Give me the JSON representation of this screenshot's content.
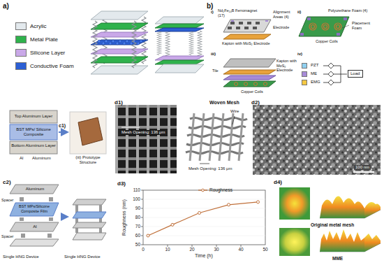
{
  "diagram": {
    "nodes": [
      {
        "text": [
          "Load"
        ]
      }
    ],
    "labels": [
      "a)",
      "b)",
      "i)",
      "Alignment Areas (4)",
      "Nd₂Fe₁₄B Ferromagnet (17)",
      "Electrode",
      "Kapton with MoS₂ Electrode",
      "ii)",
      "Polyurethane Foam (4)",
      "Placement Foam",
      "Copper Coils",
      "iii)",
      "Tile",
      "Kapton with MoS₂ Electrode",
      "Copper Coils",
      "iv)",
      "Top Aluminum Layer",
      "BST MPs/ Silicone Composite",
      "Bottom Aluminum Layer",
      "Al",
      "Aluminum",
      "c1)",
      "(iii) Prototype Structure",
      "c2)",
      "Aluminum",
      "Spacer",
      "BST MPs/Silicone Composite Film",
      "Al",
      "Spacer",
      "Single HNG Device",
      "Single HNG Device",
      "d1)",
      "Woven Mesh",
      "Mesh Opening: 136 μm",
      "Wire",
      "Mesh Opening: 136 μm",
      "d2)",
      "100 nm",
      "d3)",
      "Roughness (nm)",
      "110",
      "100",
      "90",
      "80",
      "70",
      "60",
      "50",
      "0",
      "10",
      "20",
      "30",
      "40",
      "50",
      "Time (h)",
      "d4)",
      "Original metal mesh",
      "MME"
    ],
    "legend": [
      {
        "text": "Acrylic",
        "color": "#e3e9ed"
      },
      {
        "text": "Metal Plate",
        "color": "#2fb24c"
      },
      {
        "text": "Silicone Layer",
        "color": "#c9a8e8"
      },
      {
        "text": "Conductive Foam",
        "color": "#2c5fd4"
      },
      {
        "text": "PZT",
        "color": "#8fd0f0"
      },
      {
        "text": "ME",
        "color": "#a78bd8"
      },
      {
        "text": "EMG",
        "color": "#f5c842"
      },
      {
        "text": "Roughness"
      }
    ]
  }
}
